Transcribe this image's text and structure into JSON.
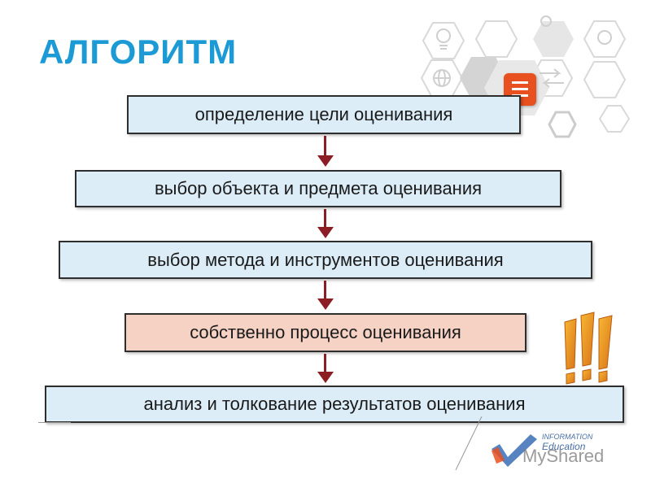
{
  "title": "АЛГОРИТМ",
  "steps": [
    {
      "label": "определение цели оценивания",
      "highlight": false
    },
    {
      "label": "выбор объекта и предмета оценивания",
      "highlight": false
    },
    {
      "label": "выбор метода и инструментов оценивания",
      "highlight": false
    },
    {
      "label": "собственно процесс оценивания",
      "highlight": true
    },
    {
      "label": "анализ и толкование результатов оценивания",
      "highlight": false
    }
  ],
  "logo": {
    "line1": "INFORMATION",
    "line2": "Education",
    "brand": "MyShared"
  },
  "colors": {
    "title": "#1b9ad6",
    "box_fill": "#dcedf8",
    "highlight_fill": "#f6d2c5",
    "arrow": "#8b1d24",
    "accent_orange": "#e8501f"
  },
  "icons": [
    "lightbulb-icon",
    "gear-icon",
    "globe-icon",
    "arrows-icon",
    "document-icon",
    "exclamation-marks-icon"
  ]
}
